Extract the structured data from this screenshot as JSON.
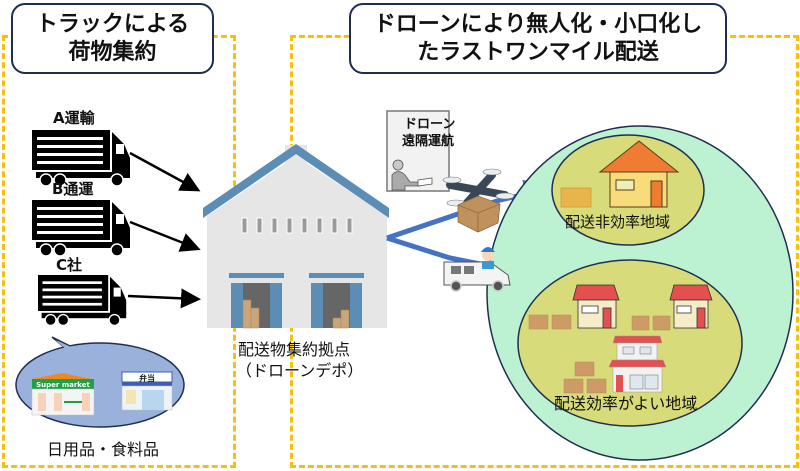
{
  "left_section": {
    "title_line1": "トラックによる",
    "title_line2": "荷物集約",
    "trucks": [
      {
        "label": "A運輸"
      },
      {
        "label": "B通運"
      },
      {
        "label": "C社"
      }
    ],
    "stores": {
      "supermarket_sign": "Super market",
      "bento_sign": "弁当"
    },
    "goods_label": "日用品・食料品"
  },
  "right_section": {
    "title_line1": "ドローンにより無人化・小口化し",
    "title_line2": "たラストワンマイル配送",
    "operator_line1": "ドローン",
    "operator_line2": "遠隔運航",
    "inefficient_area_label": "配送非効率地域",
    "efficient_area_label": "配送効率がよい地域"
  },
  "depot": {
    "label_line1": "配送物集約拠点",
    "label_line2": "（ドローンデポ）"
  },
  "colors": {
    "dash": "#f7c00a",
    "title_border": "#1f2d52",
    "roof": "#5b8db5",
    "warehouse_wall": "#e6e6e6",
    "arrow_blue": "#4472c4",
    "outer_area": "#bcf2d2",
    "inner_area": "#d7db7a",
    "bubble": "#9ab1dc"
  }
}
